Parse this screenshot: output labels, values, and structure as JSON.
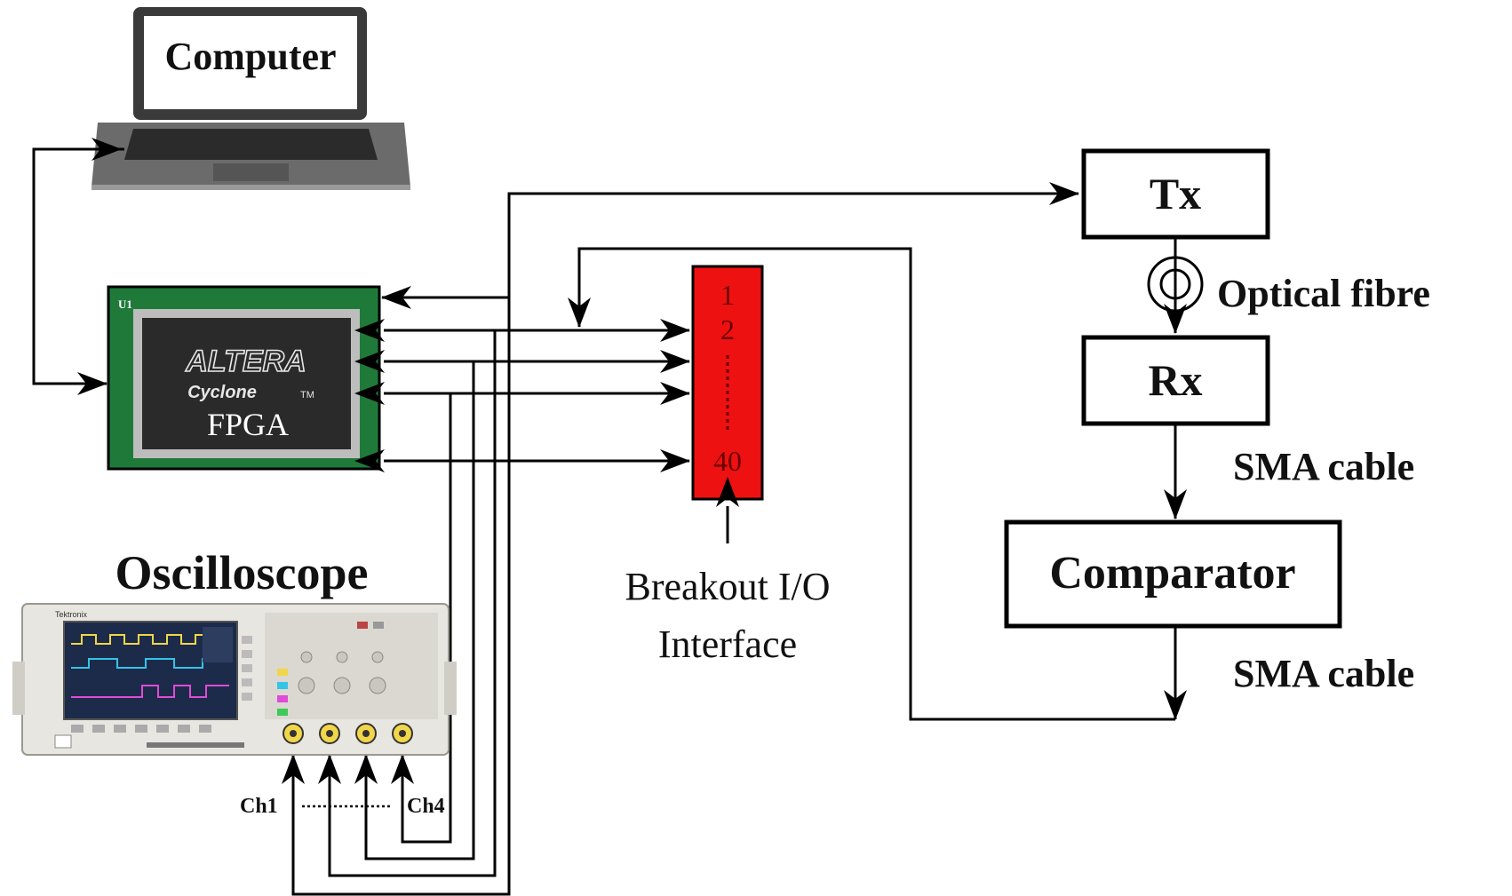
{
  "computer": {
    "label": "Computer"
  },
  "fpga": {
    "brand": "ALTERA",
    "series": "Cyclone",
    "trademark": "TM",
    "label": "FPGA",
    "board_ref": "U1"
  },
  "breakout": {
    "pins": [
      "1",
      "2",
      "40"
    ],
    "label_line1": "Breakout I/O",
    "label_line2": "Interface",
    "color": "#ee1111"
  },
  "tx": {
    "label": "Tx"
  },
  "rx": {
    "label": "Rx"
  },
  "fibre": {
    "label": "Optical fibre"
  },
  "comparator": {
    "label": "Comparator"
  },
  "cables": {
    "sma_1": "SMA cable",
    "sma_2": "SMA cable"
  },
  "oscilloscope": {
    "label": "Oscilloscope",
    "brand": "Tektronix",
    "ch_first": "Ch1",
    "ch_last": "Ch4"
  },
  "colors": {
    "pcb_green": "#1f7a3a",
    "chip_dark": "#2a2a2a",
    "laptop_grey": "#5a5a5a",
    "scope_body": "#e8e6e0"
  }
}
